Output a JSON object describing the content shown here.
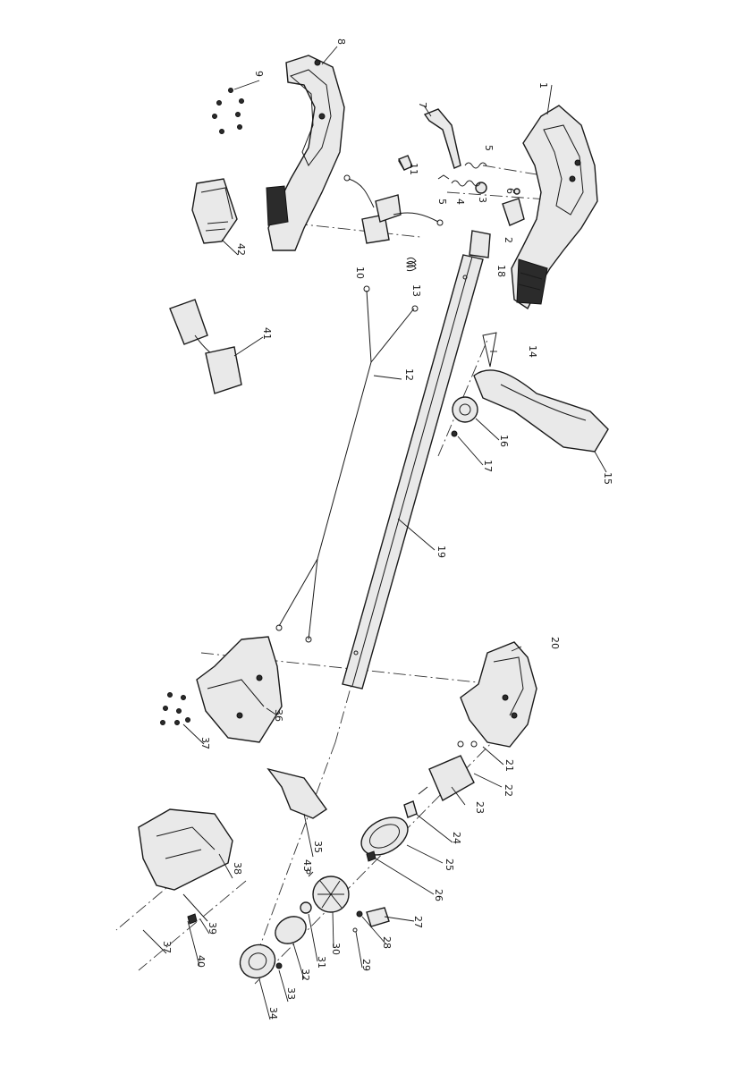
{
  "diagram": {
    "parts": [
      {
        "ref": "1"
      },
      {
        "ref": "2"
      },
      {
        "ref": "3"
      },
      {
        "ref": "4"
      },
      {
        "ref": "5"
      },
      {
        "ref": "5"
      },
      {
        "ref": "6"
      },
      {
        "ref": "7"
      },
      {
        "ref": "8"
      },
      {
        "ref": "9"
      },
      {
        "ref": "10"
      },
      {
        "ref": "11"
      },
      {
        "ref": "12"
      },
      {
        "ref": "13"
      },
      {
        "ref": "14"
      },
      {
        "ref": "15"
      },
      {
        "ref": "16"
      },
      {
        "ref": "17"
      },
      {
        "ref": "18"
      },
      {
        "ref": "19"
      },
      {
        "ref": "20"
      },
      {
        "ref": "21"
      },
      {
        "ref": "22"
      },
      {
        "ref": "23"
      },
      {
        "ref": "24"
      },
      {
        "ref": "25"
      },
      {
        "ref": "26"
      },
      {
        "ref": "27"
      },
      {
        "ref": "28"
      },
      {
        "ref": "29"
      },
      {
        "ref": "30"
      },
      {
        "ref": "31"
      },
      {
        "ref": "32"
      },
      {
        "ref": "33"
      },
      {
        "ref": "34"
      },
      {
        "ref": "35"
      },
      {
        "ref": "36"
      },
      {
        "ref": "37"
      },
      {
        "ref": "37"
      },
      {
        "ref": "38"
      },
      {
        "ref": "39"
      },
      {
        "ref": "40"
      },
      {
        "ref": "41"
      },
      {
        "ref": "42"
      },
      {
        "ref": "43"
      }
    ]
  }
}
